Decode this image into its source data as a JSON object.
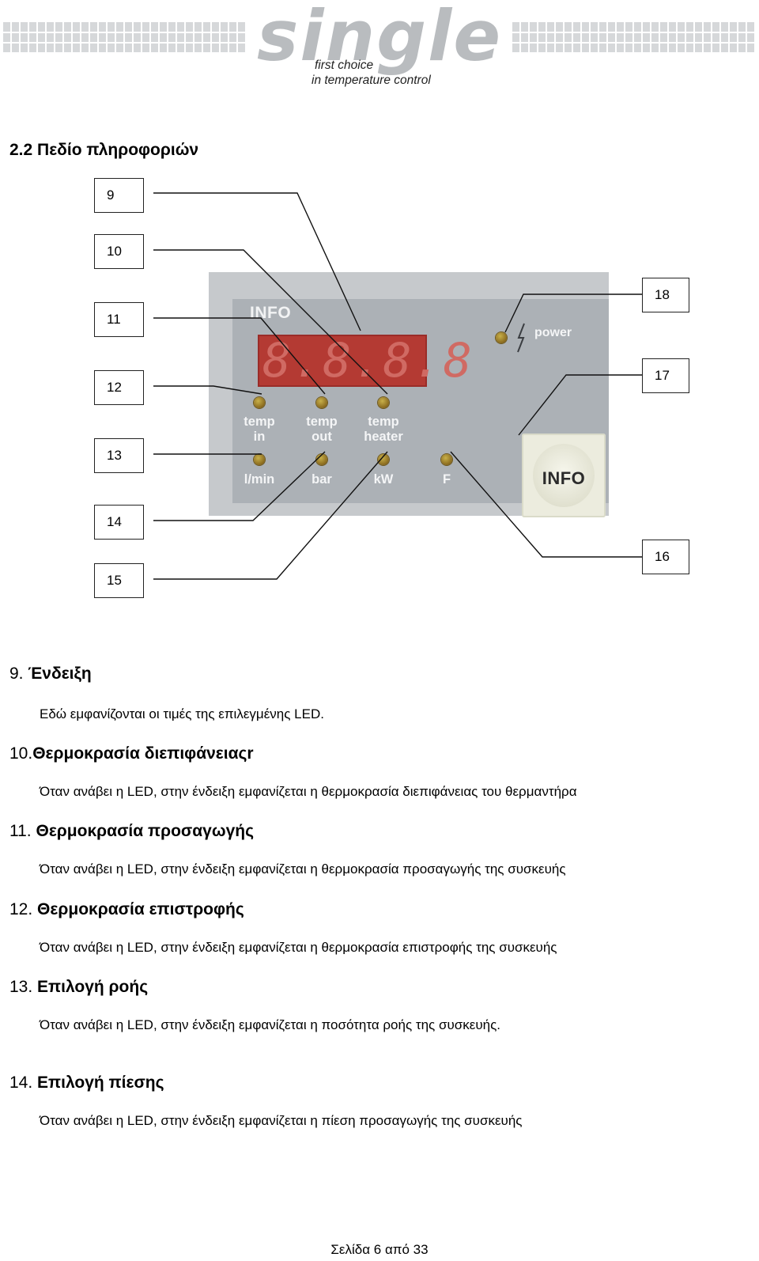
{
  "header": {
    "logo_word": "single",
    "tagline_1": "first choice",
    "tagline_2": "in temperature control"
  },
  "section_title": "2.2  Πεδίο πληροφοριών",
  "figure": {
    "callouts": [
      "9",
      "10",
      "11",
      "12",
      "13",
      "14",
      "15",
      "16",
      "17",
      "18"
    ],
    "panel": {
      "title": "INFO",
      "display_digits": "8.8.8.8",
      "power_label": "power",
      "info_button_label": "INFO",
      "led_labels": {
        "temp_in": [
          "temp",
          "in"
        ],
        "temp_out": [
          "temp",
          "out"
        ],
        "temp_heater": [
          "temp",
          "heater"
        ],
        "lmin": "l/min",
        "bar": "bar",
        "kw": "kW",
        "f": "F"
      }
    },
    "colors": {
      "panel_outer": "#c6c9cc",
      "panel_inner": "#acb1b6",
      "display_red": "#b43a33",
      "led_amber": "#8a6a1e",
      "info_button": "#ececde"
    }
  },
  "items": [
    {
      "number": "9.",
      "title": "Ένδειξη",
      "desc": "Εδώ εμφανίζονται οι τιμές της επιλεγμένης LED."
    },
    {
      "number": "10.",
      "title": "Θερμοκρασία διεπιφάνειαςr",
      "desc": "Όταν ανάβει η LED, στην ένδειξη εμφανίζεται η θερμοκρασία διεπιφάνειας του θερμαντήρα"
    },
    {
      "number": "11.",
      "title": "Θερμοκρασία προσαγωγής",
      "desc": "Όταν ανάβει η LED, στην ένδειξη εμφανίζεται η θερμοκρασία προσαγωγής της συσκευής"
    },
    {
      "number": "12.",
      "title": "Θερμοκρασία επιστροφής",
      "desc": "Όταν ανάβει η LED, στην ένδειξη εμφανίζεται η θερμοκρασία επιστροφής της συσκευής"
    },
    {
      "number": "13.",
      "title": "Επιλογή ροής",
      "desc": "Όταν ανάβει η LED, στην ένδειξη εμφανίζεται η ποσότητα ροής της συσκευής."
    },
    {
      "number": "14.",
      "title": "Επιλογή πίεσης",
      "desc": "Όταν ανάβει η LED, στην ένδειξη εμφανίζεται η πίεση προσαγωγής της συσκευής"
    }
  ],
  "footer": "Σελίδα 6 από 33"
}
